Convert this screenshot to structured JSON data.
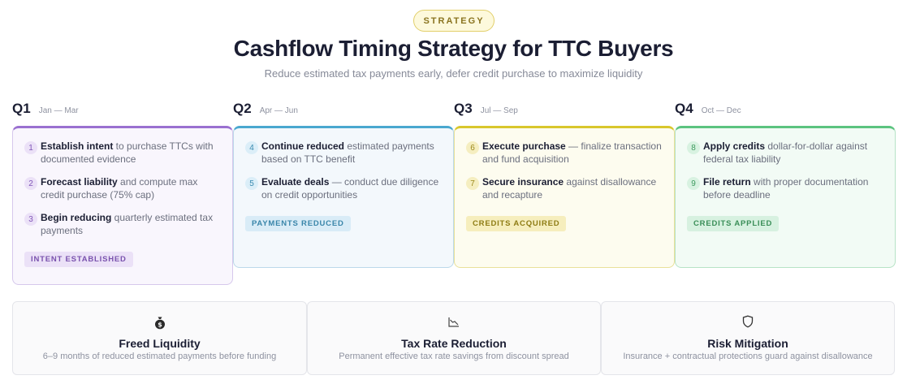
{
  "header": {
    "badge": "STRATEGY",
    "title": "Cashflow Timing Strategy for TTC Buyers",
    "subtitle": "Reduce estimated tax payments early, defer credit purchase to maximize liquidity"
  },
  "quarters": [
    {
      "label": "Q1",
      "range": "Jan — Mar",
      "steps": [
        {
          "num": "1",
          "bold": "Establish intent",
          "rest": " to purchase TTCs with documented evidence"
        },
        {
          "num": "2",
          "bold": "Forecast liability",
          "rest": " and compute max credit purchase (75% cap)"
        },
        {
          "num": "3",
          "bold": "Begin reducing",
          "rest": " quarterly estimated tax payments"
        }
      ],
      "status": "INTENT ESTABLISHED"
    },
    {
      "label": "Q2",
      "range": "Apr — Jun",
      "steps": [
        {
          "num": "4",
          "bold": "Continue reduced",
          "rest": " estimated payments based on TTC benefit"
        },
        {
          "num": "5",
          "bold": "Evaluate deals",
          "rest": " — conduct due diligence on credit opportunities"
        }
      ],
      "status": "PAYMENTS REDUCED"
    },
    {
      "label": "Q3",
      "range": "Jul — Sep",
      "steps": [
        {
          "num": "6",
          "bold": "Execute purchase",
          "rest": " — finalize transaction and fund acquisition"
        },
        {
          "num": "7",
          "bold": "Secure insurance",
          "rest": " against disallowance and recapture"
        }
      ],
      "status": "CREDITS ACQUIRED"
    },
    {
      "label": "Q4",
      "range": "Oct — Dec",
      "steps": [
        {
          "num": "8",
          "bold": "Apply credits",
          "rest": " dollar-for-dollar against federal tax liability"
        },
        {
          "num": "9",
          "bold": "File return",
          "rest": " with proper documentation before deadline"
        }
      ],
      "status": "CREDITS APPLIED"
    }
  ],
  "benefits": [
    {
      "icon": "money-bag-icon",
      "title": "Freed Liquidity",
      "desc": "6–9 months of reduced estimated payments before funding"
    },
    {
      "icon": "trend-down-icon",
      "title": "Tax Rate Reduction",
      "desc": "Permanent effective tax rate savings from discount spread"
    },
    {
      "icon": "shield-icon",
      "title": "Risk Mitigation",
      "desc": "Insurance + contractual protections guard against disallowance"
    }
  ]
}
